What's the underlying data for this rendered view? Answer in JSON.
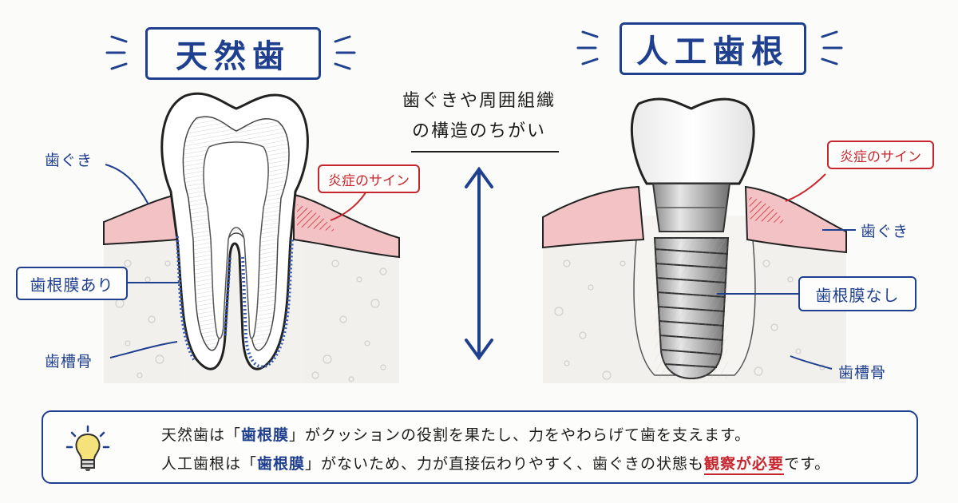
{
  "titles": {
    "left": "天然歯",
    "right": "人工歯根"
  },
  "center_caption": {
    "line1": "歯ぐきや周囲組織",
    "line2": "の構造のちがい"
  },
  "left_labels": {
    "gum": "歯ぐき",
    "pdl": "歯根膜あり",
    "bone": "歯槽骨",
    "inflammation": "炎症のサイン"
  },
  "right_labels": {
    "inflammation": "炎症のサイン",
    "gum": "歯ぐき",
    "pdl": "歯根膜なし",
    "bone": "歯槽骨"
  },
  "note": {
    "l1_a": "天然歯は「",
    "l1_b": "歯根膜",
    "l1_c": "」がクッションの役割を果たし、力をやわらげて歯を支えます。",
    "l2_a": "人工歯根は「",
    "l2_b": "歯根膜",
    "l2_c": "」がないため、力が直接伝わりやすく、歯ぐきの状態も",
    "l2_d": "観察が必要",
    "l2_e": "です。"
  },
  "colors": {
    "ink_blue": "#1f3f8f",
    "accent_red": "#c8262e",
    "gum_pink": "#f2c2c4",
    "bone": "#f1f0ec"
  },
  "icons": {
    "tip": "lightbulb-icon",
    "compare": "double-arrow-icon"
  }
}
